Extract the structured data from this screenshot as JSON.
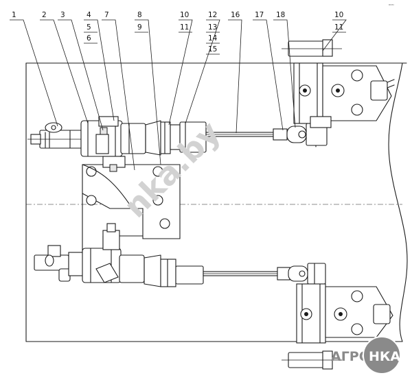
{
  "corner_mark": "ᴮᴹᴹ",
  "part_numbers": [
    {
      "id": "p1",
      "label": "1"
    },
    {
      "id": "p2",
      "label": "2"
    },
    {
      "id": "p3",
      "label": "3"
    },
    {
      "id": "p4",
      "label": "4"
    },
    {
      "id": "p5",
      "label": "5"
    },
    {
      "id": "p6",
      "label": "6"
    },
    {
      "id": "p7",
      "label": "7"
    },
    {
      "id": "p8",
      "label": "8"
    },
    {
      "id": "p9",
      "label": "9"
    },
    {
      "id": "p10",
      "label": "10"
    },
    {
      "id": "p11",
      "label": "11"
    },
    {
      "id": "p12",
      "label": "12"
    },
    {
      "id": "p13",
      "label": "13"
    },
    {
      "id": "p14",
      "label": "14"
    },
    {
      "id": "p15",
      "label": "15"
    },
    {
      "id": "p16",
      "label": "16"
    },
    {
      "id": "p17",
      "label": "17"
    },
    {
      "id": "p18",
      "label": "18"
    },
    {
      "id": "p10b",
      "label": "10"
    },
    {
      "id": "p11b",
      "label": "11"
    }
  ],
  "watermark": {
    "text": "nka.by"
  },
  "logo": {
    "left": "АГРО",
    "right": "НКА"
  }
}
